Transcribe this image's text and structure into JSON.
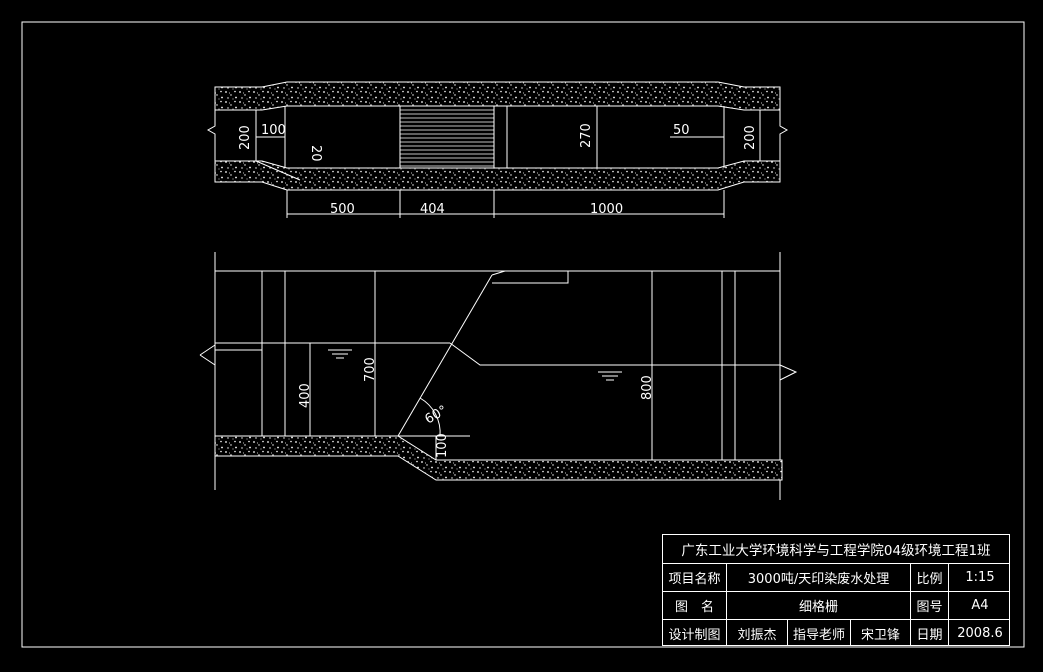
{
  "drawing": {
    "plan_dims": {
      "left_width": "200",
      "left_offset": "100",
      "slope": "20",
      "center_width": "270",
      "right_offset": "50",
      "right_width": "200",
      "len_a": "500",
      "len_b": "404",
      "len_c": "1000"
    },
    "section_dims": {
      "water_depth": "400",
      "grille_height": "700",
      "angle": "60°",
      "step": "100",
      "downstream_depth": "800"
    }
  },
  "title_block": {
    "school": "广东工业大学环境科学与工程学院04级环境工程1班",
    "project_label": "项目名称",
    "project_value": "3000吨/天印染废水处理",
    "scale_label": "比例",
    "scale_value": "1:15",
    "drawing_label": "图　名",
    "drawing_value": "细格栅",
    "number_label": "图号",
    "number_value": "A4",
    "designer_label": "设计制图",
    "designer_value": "刘振杰",
    "advisor_label": "指导老师",
    "advisor_value": "宋卫锋",
    "date_label": "日期",
    "date_value": "2008.6"
  }
}
